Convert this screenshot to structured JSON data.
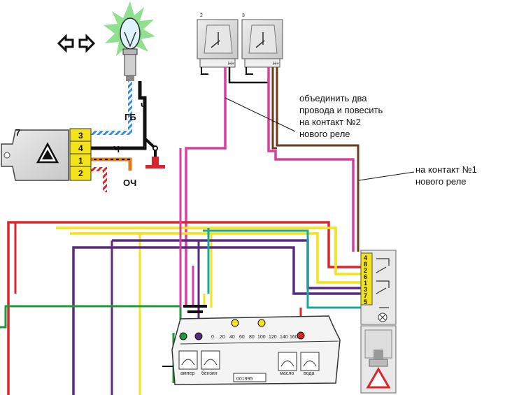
{
  "annotations": {
    "contact2_line1": "объединить два",
    "contact2_line2": "провода и повесить",
    "contact2_line3": "на контакт №2",
    "contact2_line4": "нового реле",
    "contact1_line1": "на контакт №1",
    "contact1_line2": "нового реле"
  },
  "component_numbers": {
    "relay_left": "7",
    "switch_a": "2",
    "switch_b": "3"
  },
  "wire_labels": {
    "gb": "ГБ",
    "ch_upper": "Ч",
    "ch_mid": "Ч",
    "och": "ОЧ"
  },
  "hazard_switch_pins": [
    "3",
    "4",
    "1",
    "2"
  ],
  "new_relay_pins": [
    "4",
    "8",
    "2",
    "6",
    "1",
    "3",
    "7",
    "5"
  ],
  "switch_terminal_label": "Н+",
  "gauges": {
    "left": "ампер",
    "left2": "бензин",
    "right": "масло",
    "right2": "вода"
  },
  "speedometer": {
    "ticks": [
      "0",
      "20",
      "40",
      "60",
      "80",
      "100",
      "120",
      "140",
      "160"
    ],
    "odometer": "001995"
  },
  "colors": {
    "red": "#d9262c",
    "yellow": "#f4e31a",
    "purple": "#5a2a80",
    "green": "#1f9a3a",
    "pink": "#d63fa0",
    "blue_stripe": "#2f8fe0",
    "black": "#111111",
    "orange": "#e07a1a",
    "brown": "#6b3b1f",
    "teal": "#1aa6a0"
  }
}
